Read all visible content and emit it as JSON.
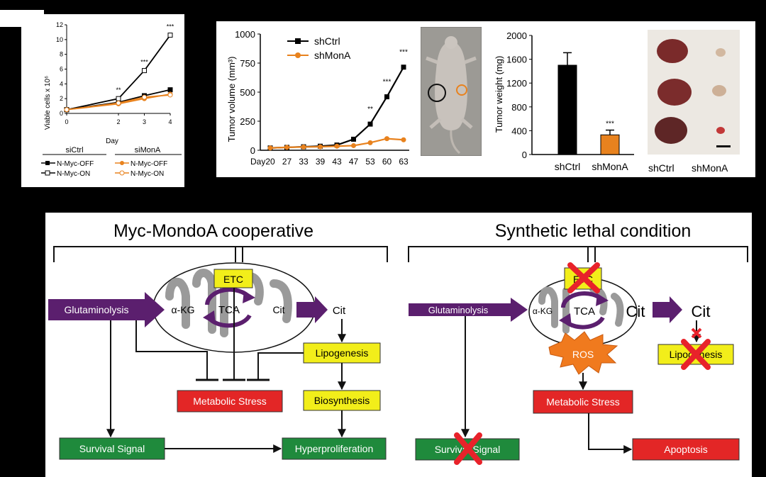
{
  "chart_data": [
    {
      "type": "line",
      "ylabel": "Viable cells x 10⁶",
      "xlabel": "Day",
      "x": [
        0,
        2,
        3,
        4
      ],
      "ylim": [
        0,
        12
      ],
      "yticks": [
        "0",
        "2",
        "4",
        "6",
        "8",
        "10",
        "12"
      ],
      "xticks": [
        "0",
        "2",
        "3",
        "4"
      ],
      "legend": {
        "groups": [
          "siCtrl",
          "siMonA"
        ]
      },
      "series": [
        {
          "name": "N-Myc-OFF",
          "group": "siCtrl",
          "color": "#000000",
          "marker": "filled-square",
          "values": [
            0.5,
            1.5,
            2.4,
            3.2
          ]
        },
        {
          "name": "N-Myc-ON",
          "group": "siCtrl",
          "color": "#000000",
          "marker": "open-square",
          "values": [
            0.5,
            2.0,
            5.8,
            10.6
          ]
        },
        {
          "name": "N-Myc-OFF",
          "group": "siMonA",
          "color": "#e8821e",
          "marker": "filled-circle",
          "values": [
            0.5,
            1.3,
            2.0,
            2.6
          ]
        },
        {
          "name": "N-Myc-ON",
          "group": "siMonA",
          "color": "#e8821e",
          "marker": "open-circle",
          "values": [
            0.5,
            1.4,
            2.2,
            2.5
          ]
        }
      ],
      "annotations": [
        "**",
        "***",
        "***"
      ]
    },
    {
      "type": "line",
      "ylabel": "Tumor volume (mm³)",
      "xlabel": "Day",
      "categories": [
        "20",
        "27",
        "33",
        "39",
        "43",
        "47",
        "53",
        "60",
        "63"
      ],
      "ylim": [
        0,
        1000
      ],
      "yticks": [
        "0",
        "250",
        "500",
        "750",
        "1000"
      ],
      "legend_position": "top-left",
      "series": [
        {
          "name": "shCtrl",
          "color": "#000000",
          "values": [
            20,
            25,
            30,
            35,
            45,
            95,
            225,
            460,
            715
          ]
        },
        {
          "name": "shMonA",
          "color": "#e8821e",
          "values": [
            20,
            25,
            28,
            30,
            35,
            40,
            65,
            100,
            90
          ]
        }
      ],
      "annotations": [
        "**",
        "***",
        "***"
      ]
    },
    {
      "type": "bar",
      "ylabel": "Tumor weight (mg)",
      "categories": [
        "shCtrl",
        "shMonA"
      ],
      "values": [
        1500,
        330
      ],
      "errors": [
        210,
        80
      ],
      "colors": [
        "#000000",
        "#e8821e"
      ],
      "ylim": [
        0,
        2000
      ],
      "yticks": [
        "0",
        "400",
        "800",
        "1200",
        "1600",
        "2000"
      ],
      "annotations": [
        "***"
      ]
    }
  ],
  "photo_labels": {
    "ctrl": "shCtrl",
    "mona": "shMonA"
  },
  "diagram": {
    "left_title": "Myc-MondoA cooperative",
    "right_title": "Synthetic lethal condition",
    "left": {
      "glutaminolysis": "Glutaminolysis",
      "akg": "α-KG",
      "tca": "TCA",
      "cit_inner": "Cit",
      "etc": "ETC",
      "cit_out": "Cit",
      "lipogenesis": "Lipogenesis",
      "biosynthesis": "Biosynthesis",
      "metabolic_stress": "Metabolic Stress",
      "survival_signal": "Survival Signal",
      "hyperproliferation": "Hyperproliferation"
    },
    "right": {
      "glutaminolysis": "Glutaminolysis",
      "akg": "α-KG",
      "tca": "TCA",
      "cit_inner": "Cit",
      "etc": "ETC",
      "cit_out": "Cit",
      "ros": "ROS",
      "lipogenesis": "Lipogenesis",
      "metabolic_stress": "Metabolic Stress",
      "survival_signal": "Survival Signal",
      "apoptosis": "Apoptosis"
    },
    "colors": {
      "purple": "#5b1f6e",
      "yellow": "#f2ee1a",
      "red": "#e32626",
      "green": "#1f8a3c",
      "ros": "#f07a1e",
      "cross": "#e8222a"
    }
  }
}
